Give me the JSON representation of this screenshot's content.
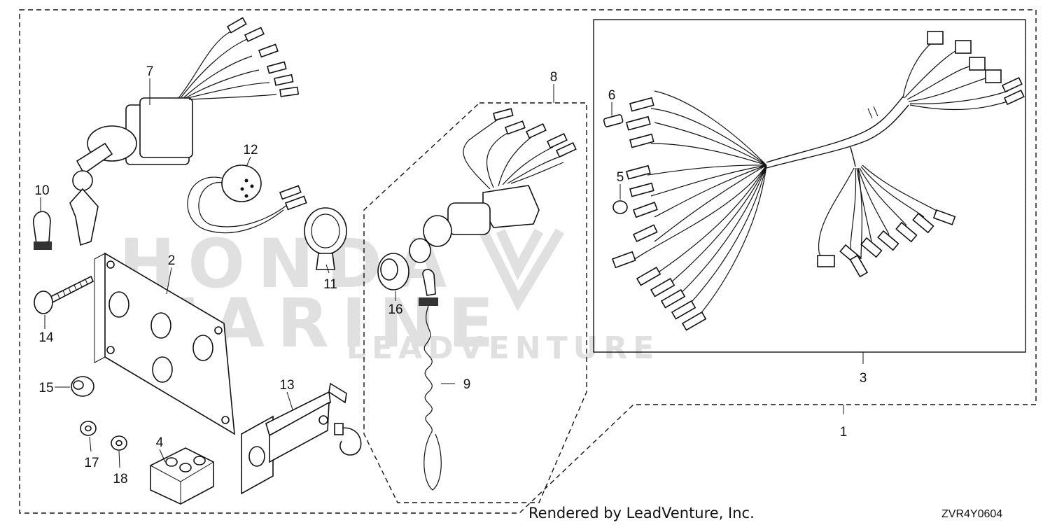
{
  "watermark": {
    "brand_line1": "HONDA",
    "brand_line2": "MARINE",
    "vendor": "LEADVENTURE"
  },
  "callouts": [
    {
      "id": "c1",
      "text": "1"
    },
    {
      "id": "c2",
      "text": "2"
    },
    {
      "id": "c3",
      "text": "3"
    },
    {
      "id": "c4",
      "text": "4"
    },
    {
      "id": "c5",
      "text": "5"
    },
    {
      "id": "c6",
      "text": "6"
    },
    {
      "id": "c7",
      "text": "7"
    },
    {
      "id": "c8",
      "text": "8"
    },
    {
      "id": "c9",
      "text": "9"
    },
    {
      "id": "c10",
      "text": "10"
    },
    {
      "id": "c11",
      "text": "11"
    },
    {
      "id": "c12",
      "text": "12"
    },
    {
      "id": "c13",
      "text": "13"
    },
    {
      "id": "c14",
      "text": "14"
    },
    {
      "id": "c15",
      "text": "15"
    },
    {
      "id": "c16",
      "text": "16"
    },
    {
      "id": "c17",
      "text": "17"
    },
    {
      "id": "c18",
      "text": "18"
    }
  ],
  "footer": {
    "credit": "Rendered by LeadVenture, Inc.",
    "diagram_code": "ZVR4Y0604"
  }
}
